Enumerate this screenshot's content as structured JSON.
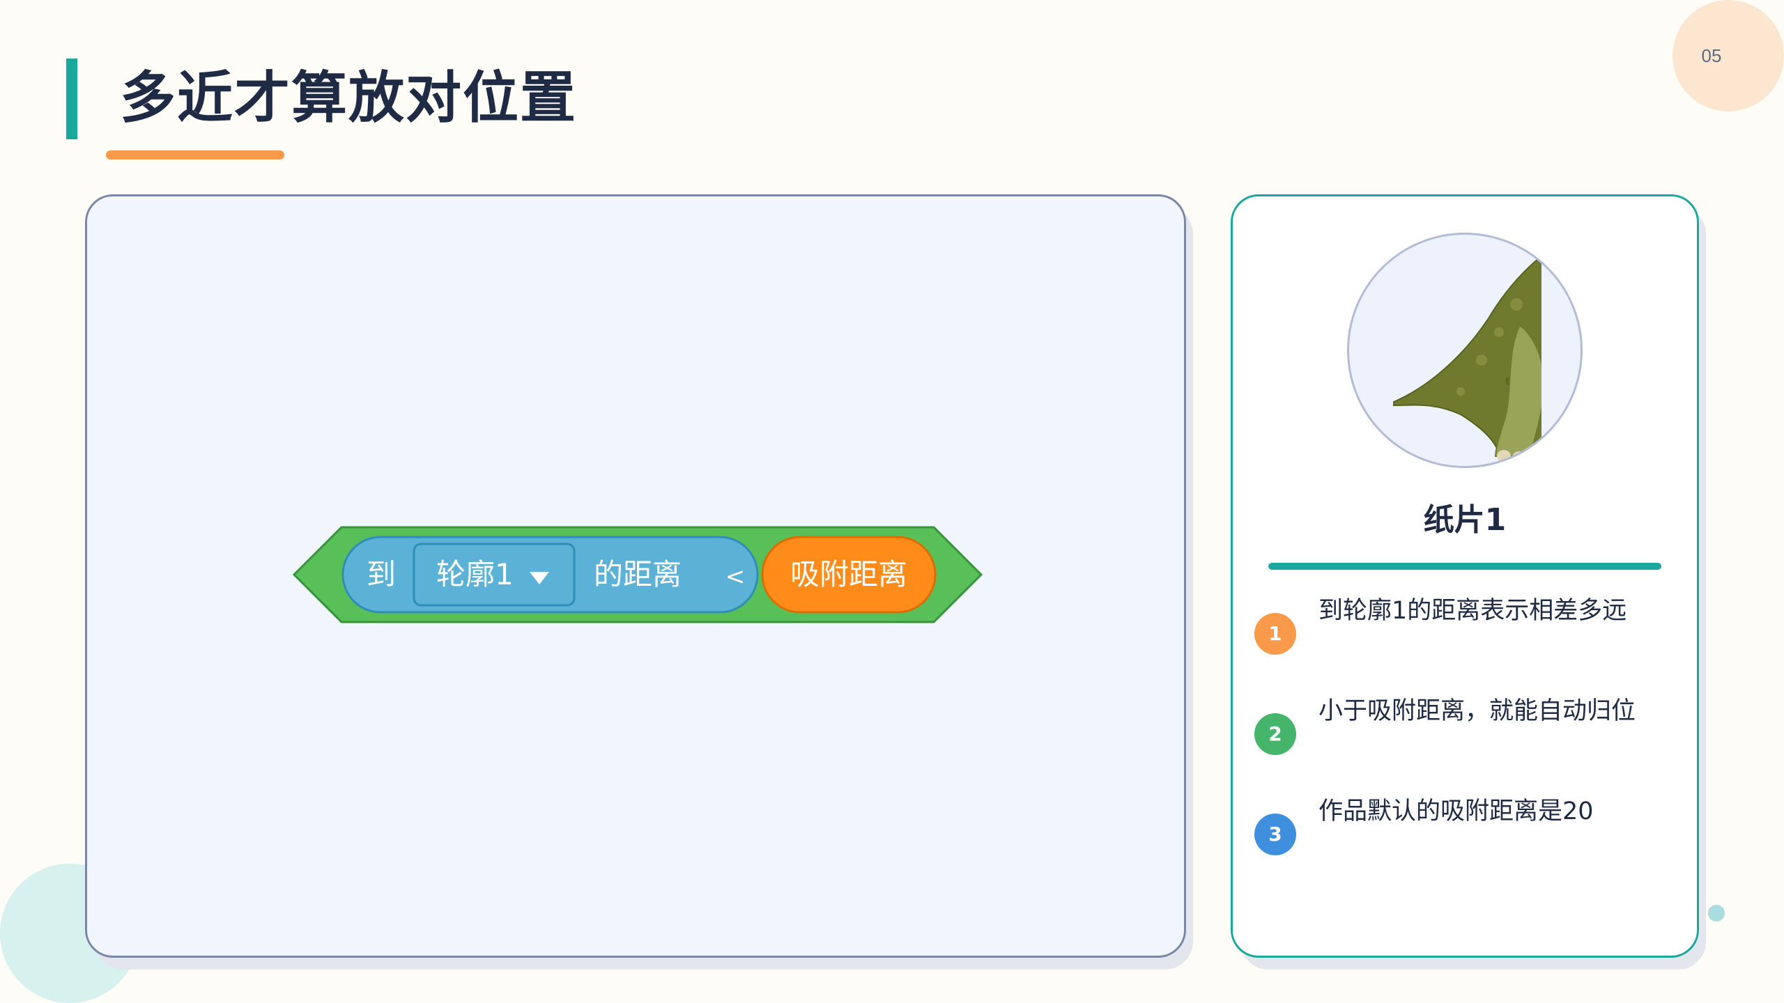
{
  "page": {
    "number": "05"
  },
  "header": {
    "title": "多近才算放对位置"
  },
  "block": {
    "distance_label": "到",
    "target_value": "轮廓1",
    "distance_suffix": "的距离",
    "operator": "<",
    "reporter": "吸附距离",
    "colors": {
      "outer": "#59c059",
      "sensing": "#5cb1d6",
      "variable": "#ff8c1a"
    }
  },
  "sprite": {
    "name": "纸片1",
    "image_icon": "dinosaur-tail-image"
  },
  "notes": [
    {
      "num": "1",
      "text": "到轮廓1的距离表示相差多远",
      "color": "#f89a4a"
    },
    {
      "num": "2",
      "text": "小于吸附距离，就能自动归位",
      "color": "#45b56b"
    },
    {
      "num": "3",
      "text": "作品默认的吸附距离是20",
      "color": "#3f8fdf"
    }
  ],
  "colors": {
    "accent_teal": "#1aa89e",
    "accent_orange": "#f89a4a",
    "title_text": "#1f2b44"
  }
}
